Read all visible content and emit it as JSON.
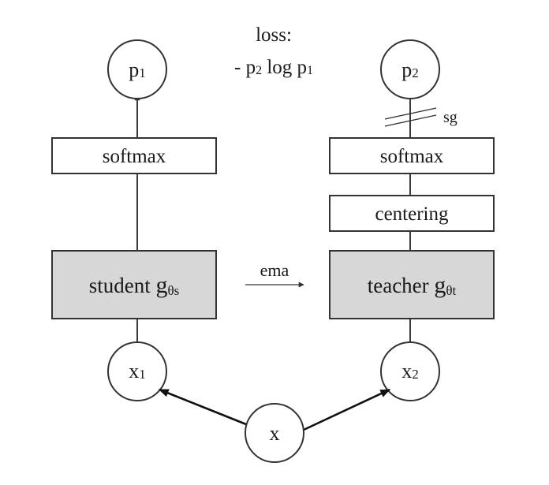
{
  "student": {
    "output": {
      "base": "p",
      "sub": "1"
    },
    "softmax": "softmax",
    "network": {
      "label": "student",
      "base": "g",
      "sub": "θs"
    },
    "input": {
      "base": "x",
      "sub": "1"
    }
  },
  "teacher": {
    "output": {
      "base": "p",
      "sub": "2"
    },
    "stop_grad": "sg",
    "softmax": "softmax",
    "centering": "centering",
    "network": {
      "label": "teacher",
      "base": "g",
      "sub": "θt"
    },
    "input": {
      "base": "x",
      "sub": "2"
    }
  },
  "loss": {
    "title": "loss:",
    "formula": {
      "prefix": "- ",
      "a": "p",
      "a_sub": "2",
      "mid": " log ",
      "b": "p",
      "b_sub": "1"
    }
  },
  "ema_label": "ema",
  "source": {
    "label": "x"
  },
  "colors": {
    "network_fill": "#d8d7d8",
    "stroke": "#333333",
    "text": "#1a1a1a"
  }
}
